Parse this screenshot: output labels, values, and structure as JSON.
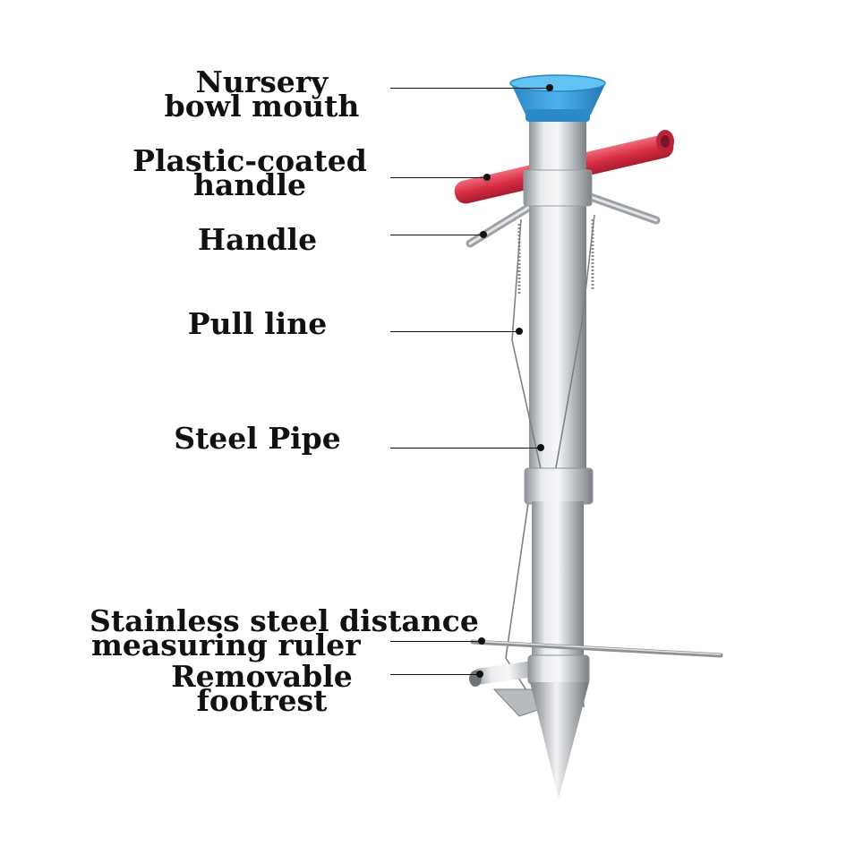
{
  "labels": {
    "nursery": {
      "line1": "Nursery",
      "line2": "bowl mouth"
    },
    "plastic_handle": {
      "line1": "Plastic-coated",
      "line2": "handle"
    },
    "handle": {
      "line1": "Handle"
    },
    "pull_line": {
      "line1": "Pull line"
    },
    "steel_pipe": {
      "line1": "Steel Pipe"
    },
    "ruler": {
      "line1": "Stainless steel distance",
      "line2": "measuring ruler"
    },
    "footrest": {
      "line1": "Removable",
      "line2": "footrest"
    }
  },
  "colors": {
    "bowl": "#3a9fdc",
    "grip": "#e03a4e",
    "steel": "#c9ccd0",
    "text": "#111111"
  },
  "icons": {
    "tool": "seedling-transplanter-illustration"
  }
}
